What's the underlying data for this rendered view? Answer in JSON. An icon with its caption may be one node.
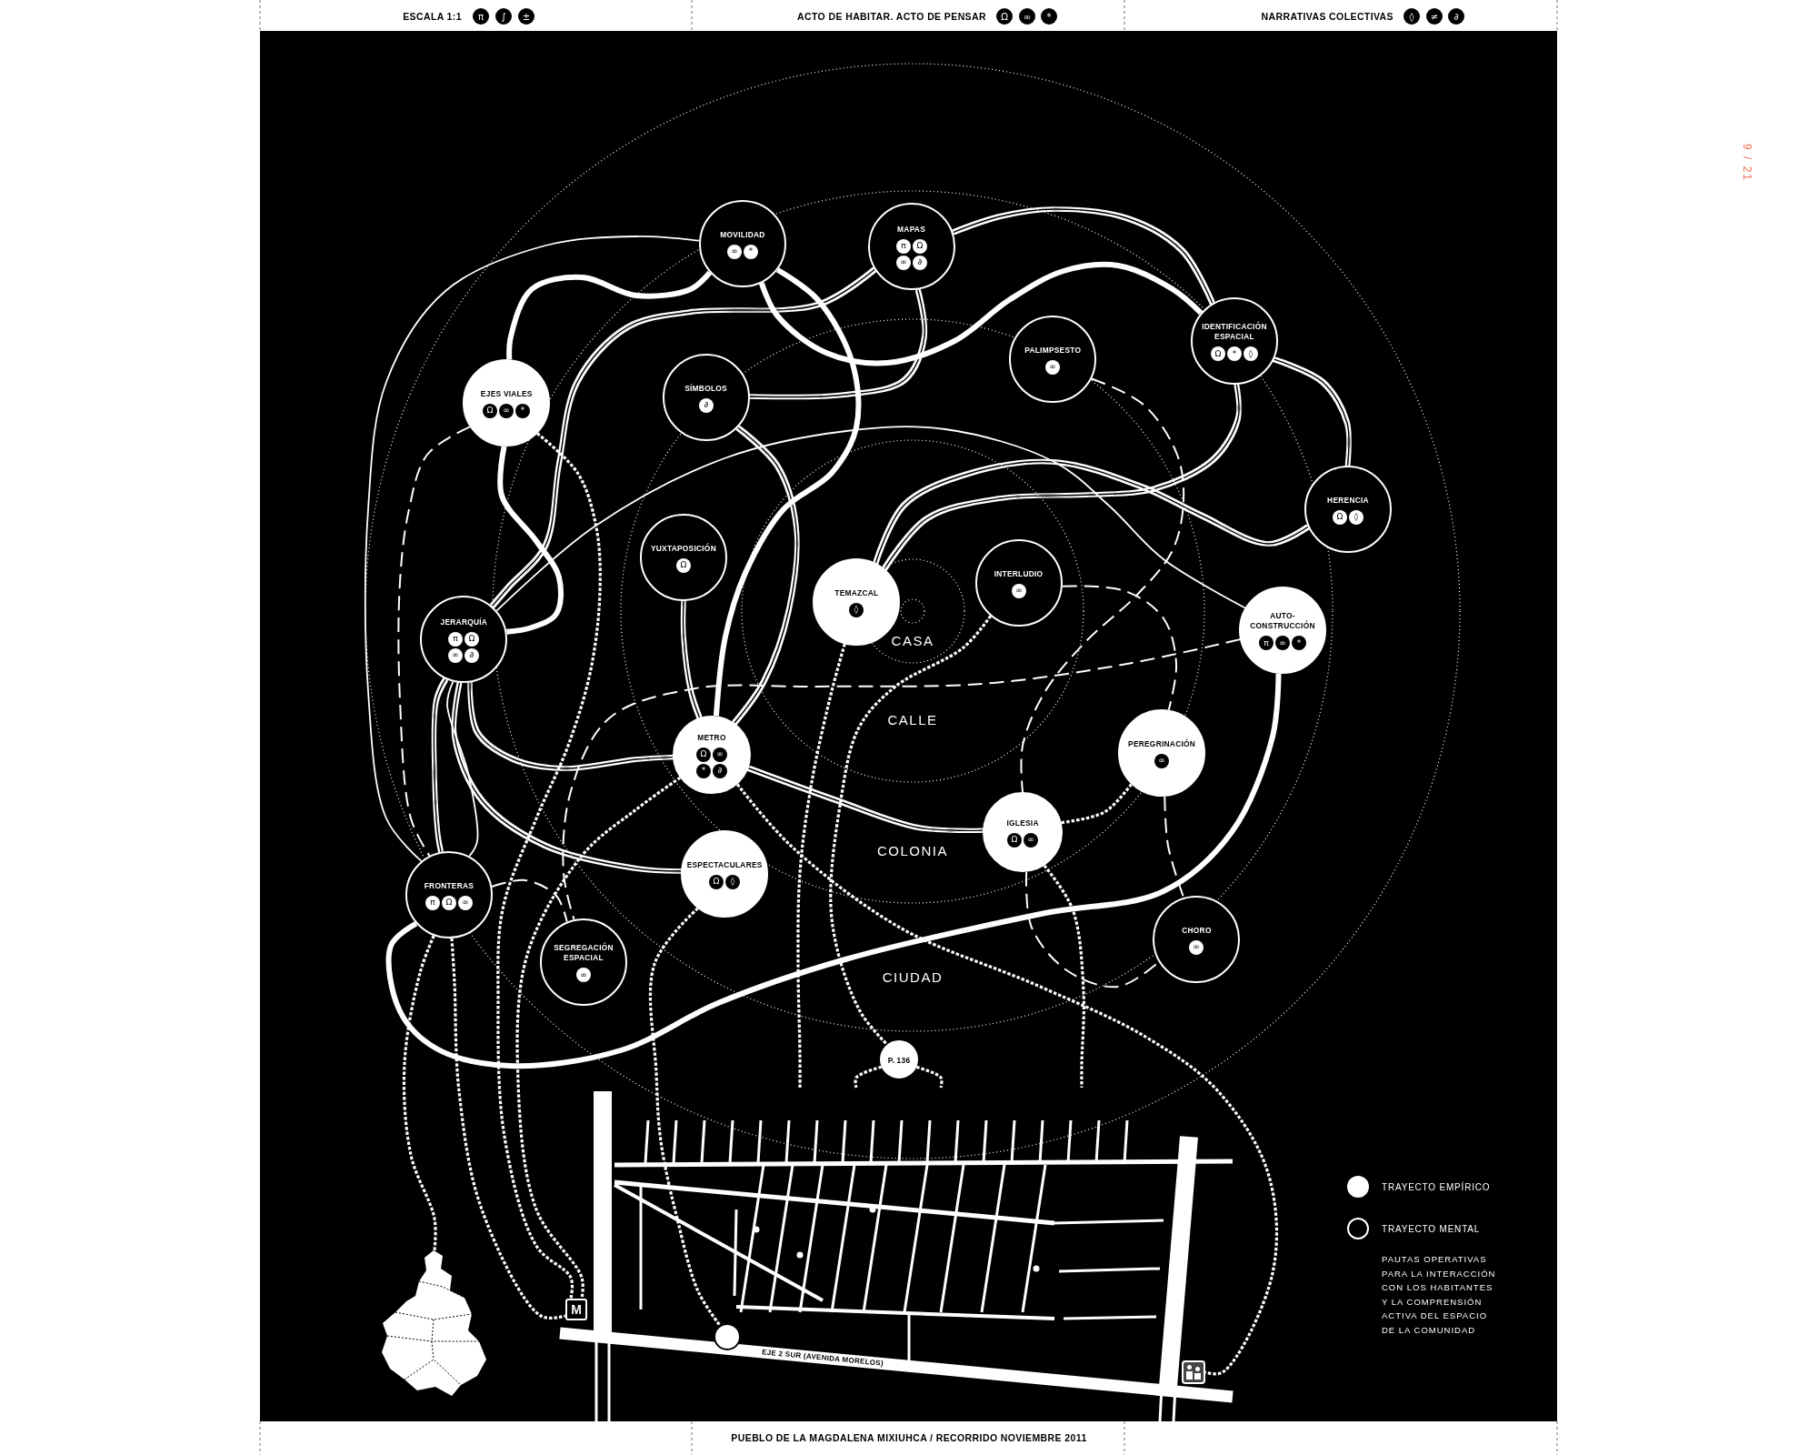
{
  "diagram": {
    "caption": "PUEBLO DE LA MAGDALENA MIXIUHCA / RECORRIDO NOVIEMBRE 2011",
    "nodes": [
      {
        "text": [
          "MOVILIDAD",
          "∞",
          "*"
        ]
      },
      {
        "text": [
          "MAPAS",
          "π",
          "Ω",
          "∞",
          "∂"
        ]
      },
      {
        "text": [
          "EJES VIALES",
          "Ω",
          "∞",
          "*"
        ]
      },
      {
        "text": [
          "SÍMBOLOS",
          "∂"
        ]
      },
      {
        "text": [
          "PALIMPSESTO",
          "∞"
        ]
      },
      {
        "text": [
          "IDENTIFICACIÓN ESPACIAL",
          "Ω",
          "*",
          "◊"
        ]
      },
      {
        "text": [
          "HERENCIA",
          "Ω",
          "◊"
        ]
      },
      {
        "text": [
          "YUXTAPOSICIÓN",
          "Ω"
        ]
      },
      {
        "text": [
          "TEMAZCAL",
          "◊"
        ]
      },
      {
        "text": [
          "INTERLUDIO",
          "∞"
        ]
      },
      {
        "text": [
          "AUTO- CONSTRUCCIÓN",
          "π",
          "∞",
          "*"
        ]
      },
      {
        "text": [
          "JERARQUÍA",
          "π",
          "Ω",
          "∞",
          "∂"
        ]
      },
      {
        "text": [
          "METRO",
          "Ω",
          "∞",
          "*",
          "∂"
        ]
      },
      {
        "text": [
          "PEREGRINACIÓN",
          "∞"
        ]
      },
      {
        "text": [
          "IGLESIA",
          "Ω",
          "∞"
        ]
      },
      {
        "text": [
          "ESPECTACULARES",
          "Ω",
          "◊"
        ]
      },
      {
        "text": [
          "FRONTERAS",
          "π",
          "Ω",
          "∞"
        ]
      },
      {
        "text": [
          "SEGREGACIÓN ESPACIAL",
          "∞"
        ]
      },
      {
        "text": [
          "CHORO",
          "∞"
        ]
      },
      {
        "text": [
          "P. 136"
        ]
      },
      {
        "text": [],
        "shape": "picture"
      },
      {
        "text": [],
        "shape": "circle",
        "in": 20
      },
      {
        "text": [
          "M"
        ],
        "in": 20
      },
      {
        "text": [],
        "shape": "picture"
      },
      {
        "text": [],
        "shape": "picture",
        "in": 20
      }
    ],
    "edges": [
      {
        "from": 0,
        "to": 16,
        "arrow": "none"
      },
      {
        "from": 0,
        "to": 2,
        "arrow": "none",
        "style": "thick"
      },
      {
        "from": 0,
        "to": 12,
        "arrow": "none",
        "style": "thick"
      },
      {
        "from": 0,
        "to": 5,
        "arrow": "none",
        "style": "thick"
      },
      {
        "from": 1,
        "to": 11,
        "arrow": "none"
      },
      {
        "from": 1,
        "to": 3,
        "arrow": "none"
      },
      {
        "from": 1,
        "to": 5,
        "arrow": "none"
      },
      {
        "from": 2,
        "to": 11,
        "arrow": "none",
        "style": "thick"
      },
      {
        "from": 2,
        "to": 22,
        "arrow": "none",
        "style": "dashed"
      },
      {
        "from": 2,
        "to": 16,
        "arrow": "none",
        "style": "dashed"
      },
      {
        "from": 3,
        "to": 12,
        "arrow": "none"
      },
      {
        "from": 7,
        "to": 12,
        "arrow": "none"
      },
      {
        "from": 11,
        "to": 10,
        "arrow": "none"
      },
      {
        "from": 8,
        "to": 6,
        "arrow": "none"
      },
      {
        "from": 8,
        "to": 5,
        "arrow": "none"
      },
      {
        "from": 8,
        "to": 20,
        "arrow": "none",
        "style": "dashed"
      },
      {
        "from": 9,
        "to": 19,
        "arrow": "none",
        "style": "dashed"
      },
      {
        "from": 9,
        "to": 13,
        "arrow": "none",
        "style": "dashed"
      },
      {
        "from": 4,
        "to": 14,
        "arrow": "none",
        "style": "dashed"
      },
      {
        "from": 5,
        "to": 6,
        "arrow": "none"
      },
      {
        "from": 10,
        "to": 17,
        "arrow": "none",
        "style": "dashed"
      },
      {
        "from": 10,
        "to": 16,
        "arrow": "none",
        "style": "thick"
      },
      {
        "from": 13,
        "to": 14,
        "arrow": "none",
        "style": "dashed"
      },
      {
        "from": 13,
        "to": 18,
        "arrow": "none",
        "style": "dashed"
      },
      {
        "from": 14,
        "to": 18,
        "arrow": "none",
        "style": "dashed"
      },
      {
        "from": 14,
        "to": 20,
        "arrow": "none",
        "style": "dashed"
      },
      {
        "from": 12,
        "to": 14,
        "arrow": "none"
      },
      {
        "from": 12,
        "to": 24,
        "arrow": "none",
        "style": "dashed"
      },
      {
        "from": 12,
        "to": 22,
        "arrow": "none",
        "style": "dashed"
      },
      {
        "from": 15,
        "to": 21,
        "arrow": "none",
        "style": "dashed"
      },
      {
        "from": 16,
        "to": 17,
        "arrow": "none",
        "style": "dashed"
      },
      {
        "from": 16,
        "to": 23,
        "arrow": "none",
        "style": "dashed"
      },
      {
        "from": 16,
        "to": 22,
        "arrow": "none",
        "style": "dashed"
      },
      {
        "from": 11,
        "to": 12,
        "arrow": "none"
      },
      {
        "from": 11,
        "to": 15,
        "arrow": "none"
      },
      {
        "from": 11,
        "to": 16,
        "arrow": "none"
      },
      {
        "from": 11,
        "to": 16,
        "arrow": "none"
      },
      {
        "from": 19,
        "to": 20,
        "arrow": "none",
        "style": "dashed"
      },
      {
        "from": 19,
        "to": 20,
        "arrow": "none",
        "style": "dashed"
      }
    ],
    "labels": [
      "ESCALA 1:1",
      "π",
      "∫",
      "±",
      "ACTO DE HABITAR. ACTO DE PENSAR",
      "Ω",
      "∞",
      "*",
      "NARRATIVAS COLECTIVAS",
      "◊",
      "≠",
      "∂",
      "9 / 21",
      "CASA",
      "CALLE",
      "COLONIA",
      "CIUDAD",
      "EJE 2 SUR (AVENIDA MORELOS)",
      "PAUTAS OPERATIVAS PARA LA INTERACCIÓN CON LOS HABITANTES Y LA COMPRENSIÓN ACTIVA DEL ESPACIO DE LA COMUNIDAD"
    ],
    "legend": [
      {
        "text": "TRAYECTO EMPÍRICO",
        "color": "#ffffff"
      },
      {
        "text": "TRAYECTO MENTAL"
      }
    ]
  }
}
